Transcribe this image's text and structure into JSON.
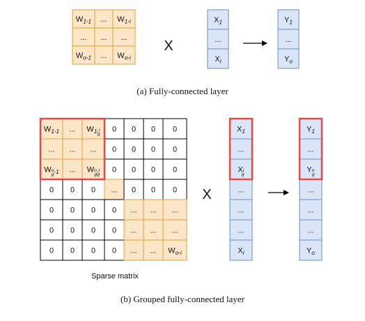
{
  "colors": {
    "orange_fill": "#fde5c8",
    "orange_stroke": "#d9a441",
    "blue_fill": "#dae6f8",
    "blue_stroke": "#6c8ebf",
    "highlight": "#e84a4a",
    "black": "#000000"
  },
  "top": {
    "matrix": [
      [
        "W1,1",
        "...",
        "W1,i"
      ],
      [
        "...",
        "...",
        "..."
      ],
      [
        "Wo,1",
        "...",
        "Wo,i"
      ]
    ],
    "times": "X",
    "x_vector": [
      "X1",
      "...",
      "Xi"
    ],
    "y_vector": [
      "Y1",
      "...",
      "Yo"
    ],
    "caption": "(a) Fully-connected layer"
  },
  "bottom": {
    "matrix": [
      [
        "W1,1",
        "...",
        "W1,i/g",
        "0",
        "0",
        "0",
        "0"
      ],
      [
        "...",
        "...",
        "...",
        "0",
        "0",
        "0",
        "0"
      ],
      [
        "Wo/g,1",
        "...",
        "Wo/g,i/g",
        "0",
        "0",
        "0",
        "0"
      ],
      [
        "0",
        "0",
        "0",
        "...",
        "0",
        "0",
        "0"
      ],
      [
        "0",
        "0",
        "0",
        "0",
        "...",
        "...",
        "..."
      ],
      [
        "0",
        "0",
        "0",
        "0",
        "...",
        "...",
        "..."
      ],
      [
        "0",
        "0",
        "0",
        "0",
        "...",
        "...",
        "Wo,i"
      ]
    ],
    "times": "X",
    "x_vector": [
      "X1",
      "...",
      "Xi/g",
      "...",
      "...",
      "...",
      "Xi"
    ],
    "y_vector": [
      "Y1",
      "...",
      "Yo/g",
      "...",
      "...",
      "...",
      "Yo"
    ],
    "matrix_label": "Sparse matrix",
    "caption": "(b) Grouped fully-connected layer"
  }
}
